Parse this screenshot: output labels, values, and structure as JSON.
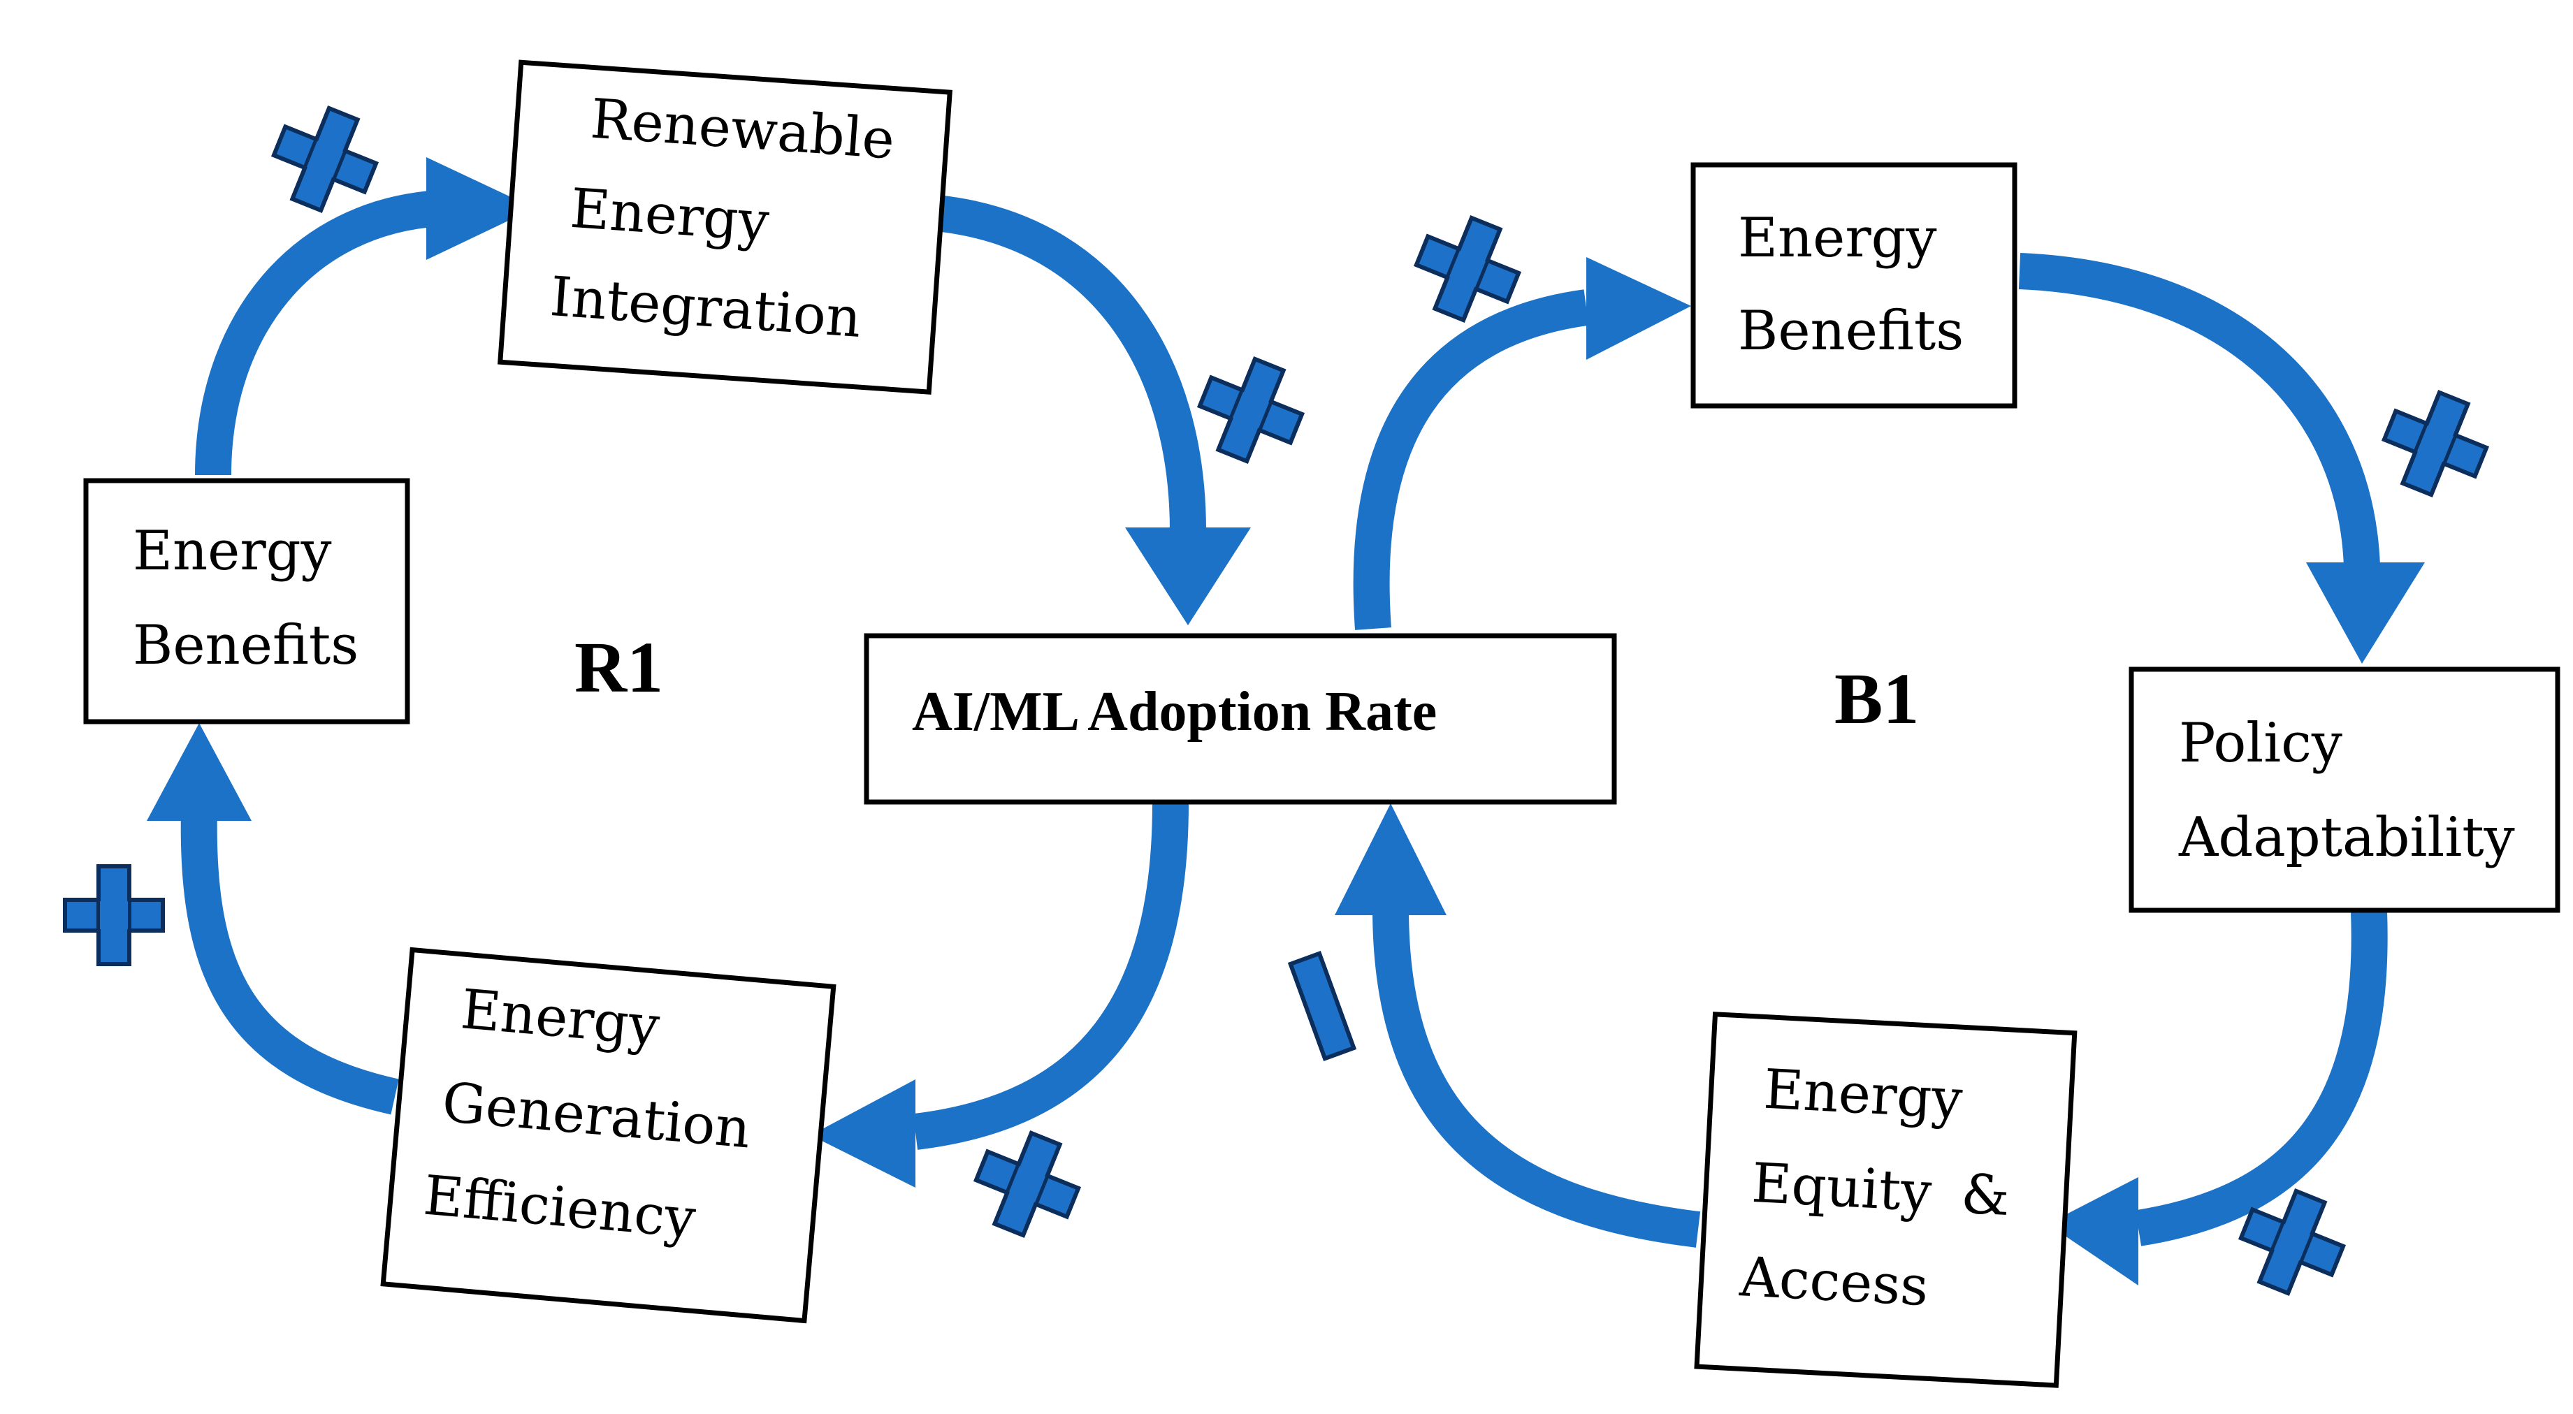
{
  "nodes": {
    "renewable_integration": [
      "Renewable",
      "Energy",
      "Integration"
    ],
    "benefits_left": [
      "Energy",
      "Benefits"
    ],
    "generation_efficiency": [
      "Energy",
      "Generation",
      "Efficiency"
    ],
    "adoption_rate": "AI/ML Adoption Rate",
    "benefits_right": [
      "Energy",
      "Benefits"
    ],
    "policy_adaptability": [
      "Policy",
      "Adaptability"
    ],
    "equity_access": [
      "Energy",
      "Equity",
      "&",
      "Access"
    ]
  },
  "loops": {
    "reinforcing": "R1",
    "balancing": "B1"
  },
  "links": [
    {
      "from": "benefits_left",
      "to": "renewable_integration",
      "polarity": "+"
    },
    {
      "from": "renewable_integration",
      "to": "adoption_rate",
      "polarity": "+"
    },
    {
      "from": "adoption_rate",
      "to": "generation_efficiency",
      "polarity": "+"
    },
    {
      "from": "generation_efficiency",
      "to": "benefits_left",
      "polarity": "+"
    },
    {
      "from": "adoption_rate",
      "to": "benefits_right",
      "polarity": "+"
    },
    {
      "from": "benefits_right",
      "to": "policy_adaptability",
      "polarity": "+"
    },
    {
      "from": "policy_adaptability",
      "to": "equity_access",
      "polarity": "+"
    },
    {
      "from": "equity_access",
      "to": "adoption_rate",
      "polarity": "-"
    }
  ],
  "colors": {
    "arrow": "#1b72c6",
    "sign_fill": "#1e71c8",
    "sign_outline": "#0b2e5c",
    "box_stroke": "#000000"
  },
  "icons": {
    "positive": "plus-icon",
    "negative": "minus-icon"
  }
}
